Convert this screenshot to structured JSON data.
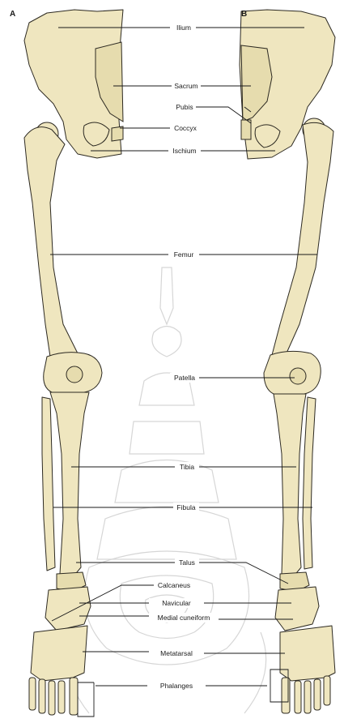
{
  "panels": {
    "left": "A",
    "right": "B"
  },
  "labels": {
    "ilium": "Ilium",
    "sacrum": "Sacrum",
    "pubis": "Pubis",
    "coccyx": "Coccyx",
    "ischium": "Ischium",
    "femur": "Femur",
    "patella": "Patella",
    "tibia": "Tibia",
    "fibula": "Fibula",
    "talus": "Talus",
    "calcaneus": "Calcaneus",
    "navicular": "Navicular",
    "medial_cuneiform": "Medial cuneiform",
    "metatarsal": "Metatarsal",
    "phalanges": "Phalanges"
  },
  "colors": {
    "bone": "#efe6bf",
    "outline": "#2d2a22",
    "watermark": "#d6d6d6"
  }
}
